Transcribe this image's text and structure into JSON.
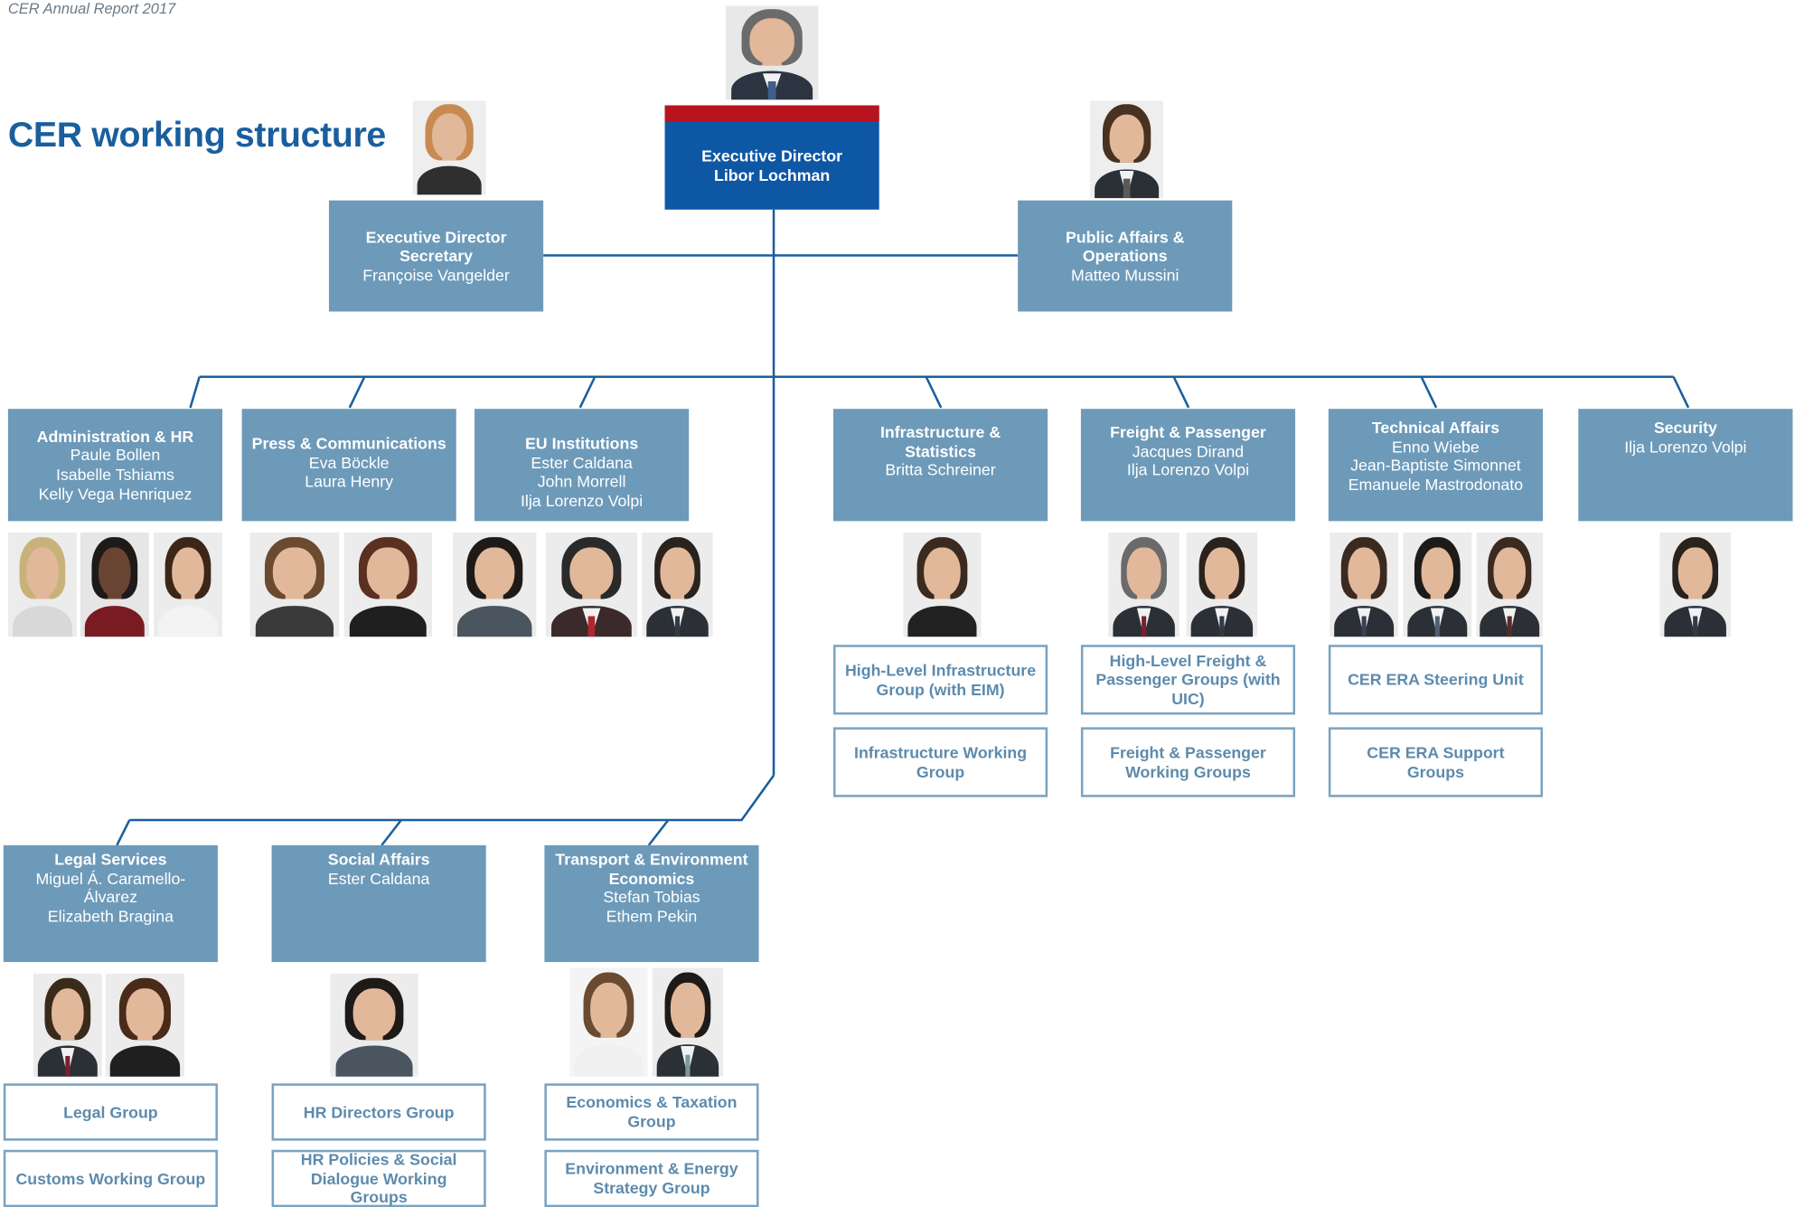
{
  "header": {
    "report_label": "CER Annual Report 2017",
    "title": "CER working structure"
  },
  "director": {
    "title": "Executive Director",
    "name": "Libor Lochman"
  },
  "secretary": {
    "title": "Executive Director Secretary",
    "name": "Françoise Vangelder"
  },
  "public_affairs": {
    "title": "Public Affairs & Operations",
    "name": "Matteo Mussini"
  },
  "units": {
    "admin_hr": {
      "title": "Administration & HR",
      "names": [
        "Paule Bollen",
        "Isabelle Tshiams",
        "Kelly Vega Henriquez"
      ]
    },
    "press": {
      "title": "Press & Communications",
      "names": [
        "Eva Böckle",
        "Laura Henry"
      ]
    },
    "eu_institutions": {
      "title": "EU Institutions",
      "names": [
        "Ester Caldana",
        "John Morrell",
        "Ilja Lorenzo Volpi"
      ]
    },
    "infrastructure": {
      "title": "Infrastructure & Statistics",
      "names": [
        "Britta Schreiner"
      ]
    },
    "freight_passenger": {
      "title": "Freight & Passenger",
      "names": [
        "Jacques Dirand",
        "Ilja Lorenzo Volpi"
      ]
    },
    "technical": {
      "title": "Technical Affairs",
      "names": [
        "Enno Wiebe",
        "Jean-Baptiste Simonnet",
        "Emanuele Mastrodonato"
      ]
    },
    "security": {
      "title": "Security",
      "names": [
        "Ilja Lorenzo Volpi"
      ]
    },
    "legal": {
      "title": "Legal Services",
      "names": [
        "Miguel  Á. Caramello-Álvarez",
        "Elizabeth Bragina"
      ]
    },
    "social": {
      "title": "Social Affairs",
      "names": [
        "Ester Caldana"
      ]
    },
    "transport_env": {
      "title": "Transport & Environment Economics",
      "names": [
        "Stefan Tobias",
        "Ethem Pekin"
      ]
    }
  },
  "groups": {
    "infra_high": "High-Level  Infrastructure Group (with EIM)",
    "infra_wg": "Infrastructure Working Group",
    "fp_high": "High-Level Freight & Passenger Groups (with UIC)",
    "fp_wg": "Freight & Passenger Working Groups",
    "era_steering": "CER ERA Steering Unit",
    "era_support": "CER ERA Support Groups",
    "legal_group": "Legal Group",
    "customs_wg": "Customs Working Group",
    "hr_directors": "HR Directors Group",
    "hr_policies": "HR Policies & Social Dialogue  Working Groups",
    "econ_tax": "Economics & Taxation Group",
    "env_energy": "Environment & Energy Strategy Group"
  },
  "colors": {
    "title_blue": "#1a5e9e",
    "director_box": "#0e57a5",
    "director_accent": "#b8141d",
    "unit_box": "#6d9ab9",
    "group_border": "#7aa3c1",
    "group_text": "#5d8bad",
    "line": "#1a5e9e"
  },
  "photos": [
    {
      "id": "director",
      "label": "Libor Lochman"
    },
    {
      "id": "secretary",
      "label": "Françoise Vangelder"
    },
    {
      "id": "public-affairs",
      "label": "Matteo Mussini"
    },
    {
      "id": "admin-1",
      "label": "Paule Bollen"
    },
    {
      "id": "admin-2",
      "label": "Isabelle Tshiams"
    },
    {
      "id": "admin-3",
      "label": "Kelly Vega Henriquez"
    },
    {
      "id": "press-1",
      "label": "Eva Böckle"
    },
    {
      "id": "press-2",
      "label": "Laura Henry"
    },
    {
      "id": "eu-1",
      "label": "Ester Caldana"
    },
    {
      "id": "eu-2",
      "label": "John Morrell"
    },
    {
      "id": "eu-3",
      "label": "Ilja Lorenzo Volpi"
    },
    {
      "id": "infra-1",
      "label": "Britta Schreiner"
    },
    {
      "id": "fp-1",
      "label": "Jacques Dirand"
    },
    {
      "id": "fp-2",
      "label": "Ilja Lorenzo Volpi"
    },
    {
      "id": "tech-1",
      "label": "Enno Wiebe"
    },
    {
      "id": "tech-2",
      "label": "Jean-Baptiste Simonnet"
    },
    {
      "id": "tech-3",
      "label": "Emanuele Mastrodonato"
    },
    {
      "id": "security-1",
      "label": "Ilja Lorenzo Volpi"
    },
    {
      "id": "legal-1",
      "label": "Miguel  Á. Caramello-Álvarez"
    },
    {
      "id": "legal-2",
      "label": "Elizabeth Bragina"
    },
    {
      "id": "social-1",
      "label": "Ester Caldana"
    },
    {
      "id": "te-1",
      "label": "Stefan Tobias"
    },
    {
      "id": "te-2",
      "label": "Ethem Pekin"
    }
  ]
}
